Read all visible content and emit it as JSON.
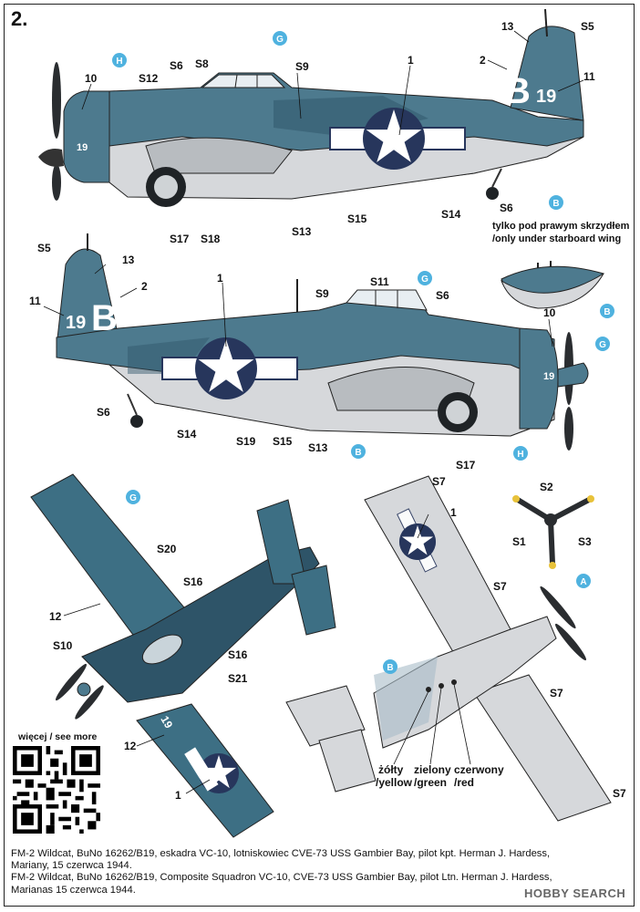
{
  "sheet": {
    "scheme_number": "2.",
    "note": {
      "line1": "tylko pod prawym skrzydłem",
      "line2": "/only under starboard wing"
    },
    "more_label": "więcej / see more",
    "caption": {
      "pl_line1": "FM-2 Wildcat, BuNo 16262/B19, eskadra VC-10, lotniskowiec CVE-73 USS Gambier Bay, pilot kpt. Herman J. Hardess,",
      "pl_line2": "Mariany, 15 czerwca 1944.",
      "en_line1": "FM-2 Wildcat, BuNo 16262/B19, Composite Squadron VC-10, CVE-73 USS Gambier Bay, pilot Ltn. Herman J. Hardess,",
      "en_line2": "Marianas 15 czerwca 1944."
    },
    "watermark": "HOBBY SEARCH",
    "colors": {
      "sea_blue": "#4d7a8e",
      "dark_blue": "#2e5468",
      "light_gray": "#d6d8db",
      "insignia_blue": "#27365c",
      "callout_blue": "#4fb2df",
      "yellow": "#e8c23a"
    }
  },
  "markings": {
    "code_letter": "B",
    "code_number": "19"
  },
  "callouts": {
    "n1": "1",
    "n2": "2",
    "n10": "10",
    "n11": "11",
    "n12": "12",
    "n13": "13",
    "S1": "S1",
    "S2": "S2",
    "S3": "S3",
    "S5": "S5",
    "S6": "S6",
    "S7": "S7",
    "S8": "S8",
    "S9": "S9",
    "S10": "S10",
    "S11": "S11",
    "S12": "S12",
    "S13": "S13",
    "S14": "S14",
    "S15": "S15",
    "S16": "S16",
    "S17": "S17",
    "S18": "S18",
    "S19": "S19",
    "S20": "S20",
    "S21": "S21",
    "A": "A",
    "B": "B",
    "G": "G",
    "H": "H"
  },
  "light_colors": {
    "yellow": {
      "pl": "żółty",
      "en": "/yellow"
    },
    "green": {
      "pl": "zielony",
      "en": "/green"
    },
    "red": {
      "pl": "czerwony",
      "en": "/red"
    }
  }
}
